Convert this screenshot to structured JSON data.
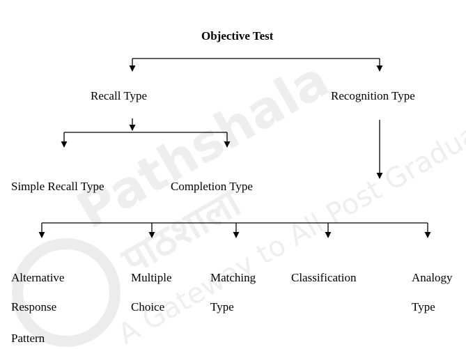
{
  "title": "Objective Test",
  "level1": {
    "recall": "Recall Type",
    "recognition": "Recognition Type"
  },
  "recall_children": {
    "simple_recall": "Simple Recall  Type",
    "completion": "Completion Type"
  },
  "recognition_children": {
    "alternative": [
      "Alternative",
      "Response",
      "Pattern"
    ],
    "multiple": [
      "Multiple",
      "Choice"
    ],
    "matching": [
      "Matching",
      "Type"
    ],
    "classification": [
      "Classification"
    ],
    "analogy": [
      "Analogy",
      "Type"
    ]
  },
  "watermark": {
    "brand": "Pathshala",
    "brand_hindi": "पाठशाला",
    "tagline": "A Gateway to All Post Graduate Courses"
  },
  "colors": {
    "line": "#000000",
    "watermark": "#c8c8c8"
  }
}
